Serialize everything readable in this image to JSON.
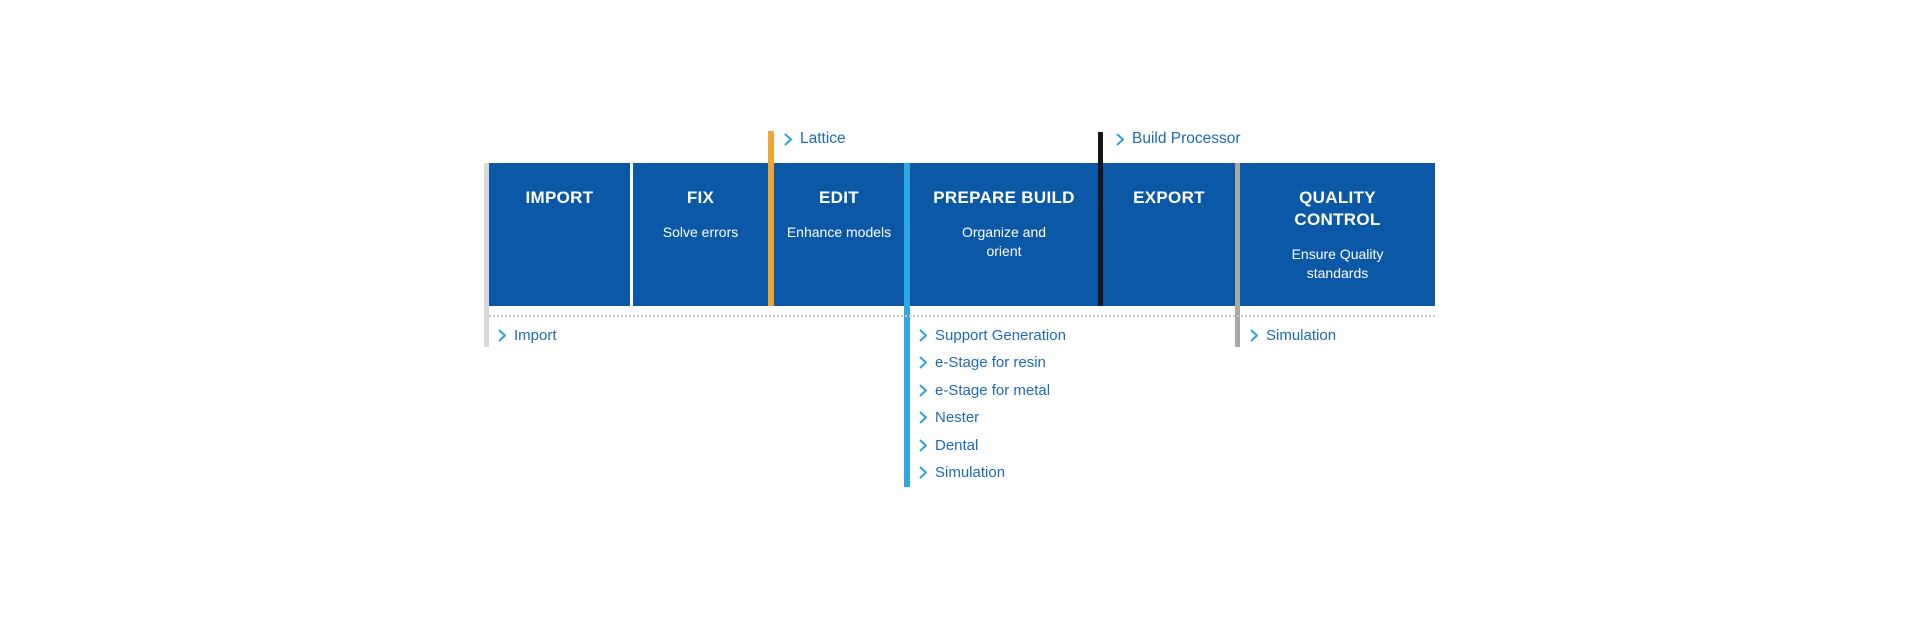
{
  "colors": {
    "stage_box_blue": "#0b59a6",
    "link_text_blue": "#1c6bb3",
    "chevron_blue": "#2f9fd8",
    "lattice_line_orange": "#eea733",
    "prepare_build_line_cyan": "#2fa8e0",
    "build_processor_line_black": "#14141a",
    "quality_line_gray": "#a8a8a8",
    "import_line_gray": "#d9d9d9"
  },
  "top_labels": {
    "lattice": "Lattice",
    "build_processor": "Build Processor"
  },
  "stages": {
    "0": {
      "title": "IMPORT",
      "subtitle": ""
    },
    "1": {
      "title": "FIX",
      "subtitle": "Solve errors"
    },
    "2": {
      "title": "EDIT",
      "subtitle": "Enhance models"
    },
    "3": {
      "title": "PREPARE BUILD",
      "subtitle": "Organize and orient"
    },
    "4": {
      "title": "EXPORT",
      "subtitle": ""
    },
    "5": {
      "title": "QUALITY CONTROL",
      "subtitle": "Ensure Quality standards"
    }
  },
  "links": {
    "import": {
      "0": {
        "label": "Import"
      }
    },
    "prepare_build": {
      "0": {
        "label": "Support Generation"
      },
      "1": {
        "label": "e-Stage for resin"
      },
      "2": {
        "label": "e-Stage for metal"
      },
      "3": {
        "label": "Nester"
      },
      "4": {
        "label": "Dental"
      },
      "5": {
        "label": "Simulation"
      }
    },
    "quality_control": {
      "0": {
        "label": "Simulation"
      }
    }
  }
}
